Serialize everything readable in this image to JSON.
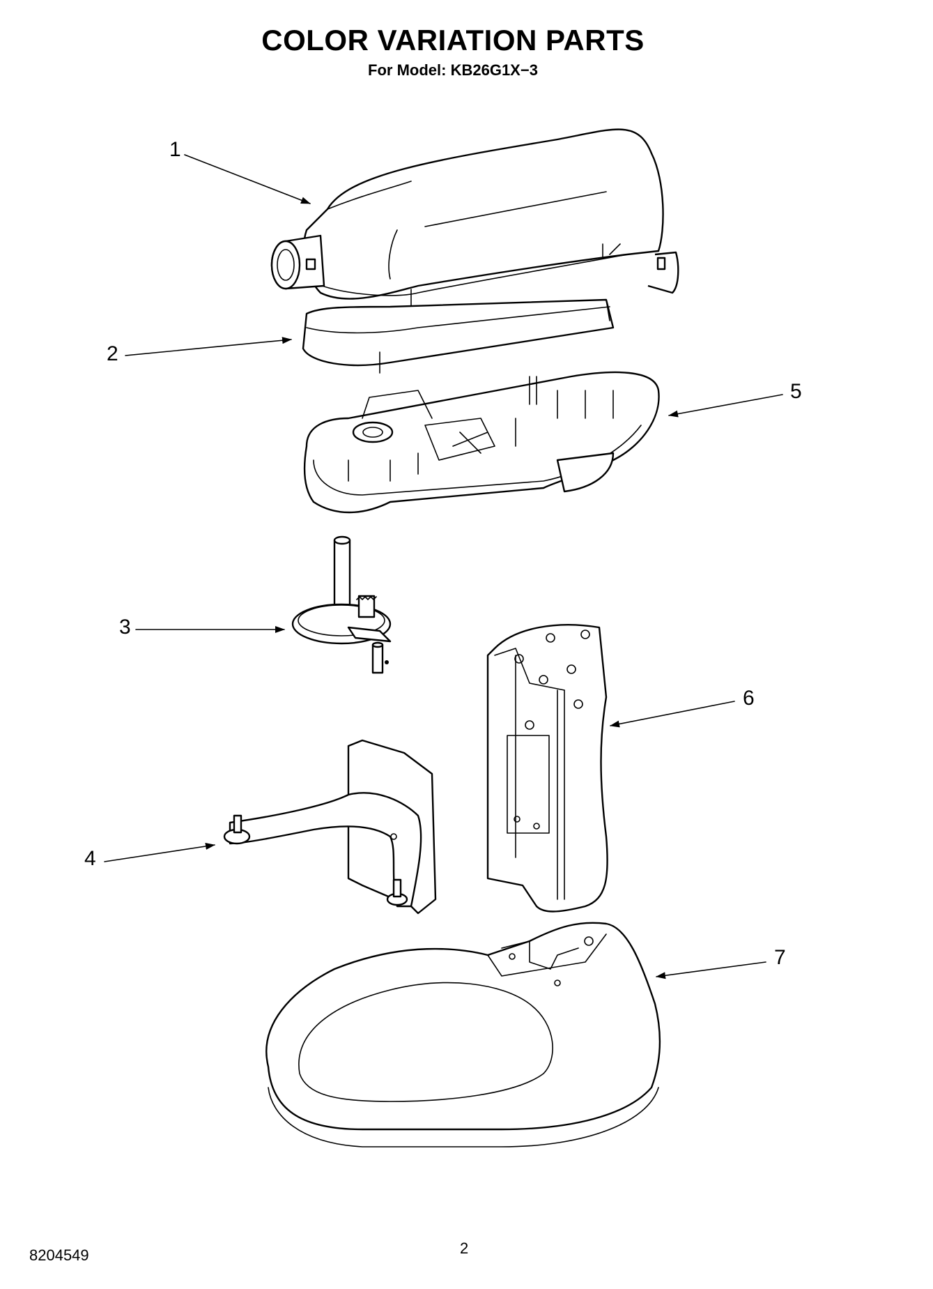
{
  "title": "COLOR VARIATION PARTS",
  "subtitle": "For Model: KB26G1X−3",
  "callouts": [
    {
      "id": "1",
      "label": "1"
    },
    {
      "id": "2",
      "label": "2"
    },
    {
      "id": "3",
      "label": "3"
    },
    {
      "id": "4",
      "label": "4"
    },
    {
      "id": "5",
      "label": "5"
    },
    {
      "id": "6",
      "label": "6"
    },
    {
      "id": "7",
      "label": "7"
    }
  ],
  "footer": {
    "doc_number": "8204549",
    "page_number": "2"
  }
}
